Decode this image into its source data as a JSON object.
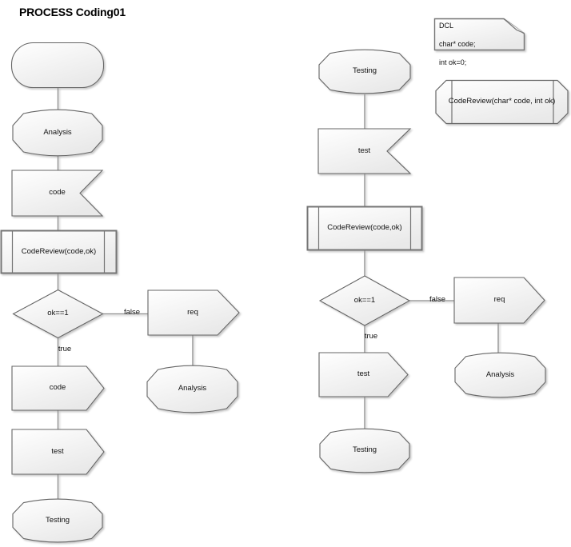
{
  "title": "PROCESS Coding01",
  "colors": {
    "shape_border": "#666666",
    "procedure_border": "#757575",
    "connector": "#8a8a8a",
    "text": "#111111",
    "fill_top": "#ffffff",
    "fill_bottom": "#e9e9e9"
  },
  "declarations": {
    "dcl_line1": "DCL",
    "dcl_line2": "char* code;",
    "dcl_line3": "int ok=0;",
    "procedure_signature": "CodeReview(char* code, int ok)"
  },
  "left_flow": {
    "state_analysis": "Analysis",
    "receive_code": "code",
    "procedure_call": "CodeReview(code,ok)",
    "decision": "ok==1",
    "label_true": "true",
    "label_false": "false",
    "send_req": "req",
    "state_analysis_target": "Analysis",
    "send_code": "code",
    "send_test": "test",
    "state_testing": "Testing"
  },
  "right_flow": {
    "state_testing_start": "Testing",
    "receive_test": "test",
    "procedure_call": "CodeReview(code,ok)",
    "decision": "ok==1",
    "label_true": "true",
    "label_false": "false",
    "send_req": "req",
    "state_analysis": "Analysis",
    "send_test": "test",
    "state_testing_end": "Testing"
  }
}
